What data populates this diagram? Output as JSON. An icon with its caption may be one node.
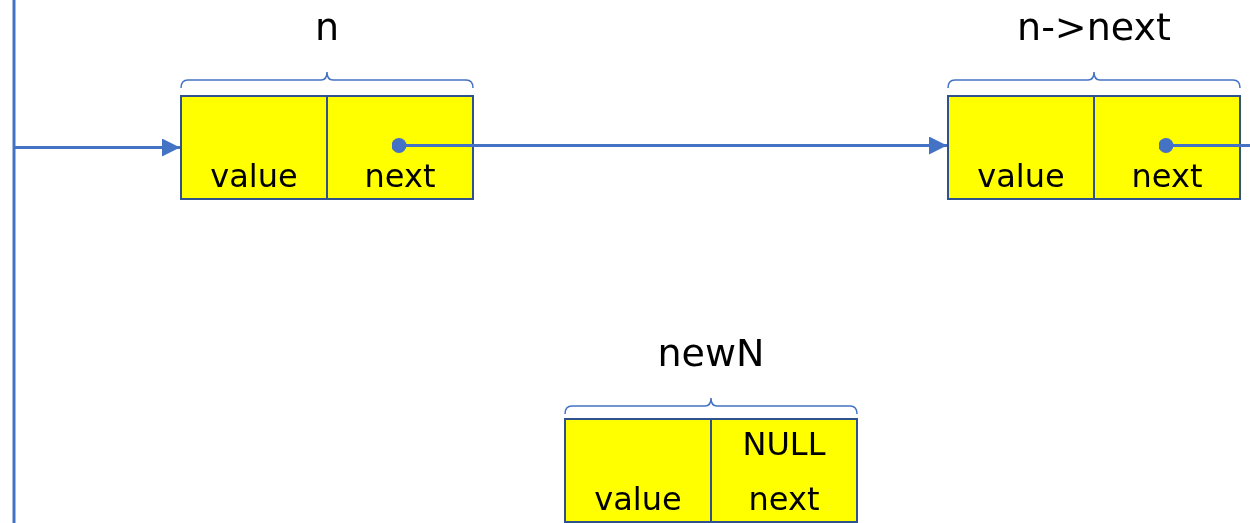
{
  "diagram": {
    "nodes": [
      {
        "text": [
          "n"
        ]
      },
      {
        "text": [
          "value"
        ],
        "in": 0
      },
      {
        "text": [
          "next"
        ],
        "in": 0
      },
      {
        "text": [
          "n->next"
        ]
      },
      {
        "text": [
          "value"
        ],
        "in": 3
      },
      {
        "text": [
          "next"
        ],
        "in": 3
      },
      {
        "text": [
          "newN"
        ]
      },
      {
        "text": [
          "value"
        ],
        "in": 6
      },
      {
        "text": [
          "NULL",
          "next"
        ],
        "in": 6
      }
    ],
    "edges": [
      {
        "from": null,
        "to": 0,
        "arrow": "to"
      },
      {
        "from": 2,
        "to": 3,
        "arrow": "to"
      },
      {
        "from": 5,
        "to": null,
        "arrow": "other"
      }
    ]
  }
}
